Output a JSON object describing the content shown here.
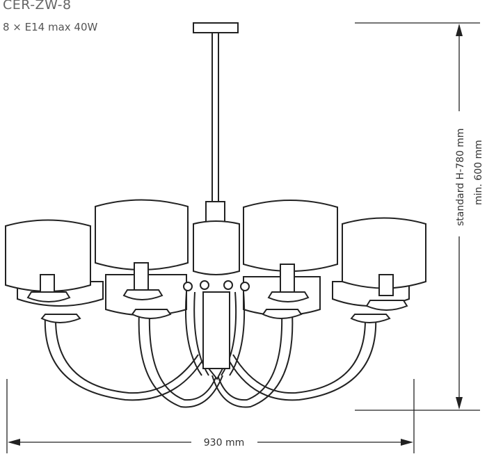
{
  "model": "CER-ZW-8",
  "spec": "8 × E14 max 40W",
  "dimensions": {
    "width": "930 mm",
    "height_standard": "standard H-780 mm",
    "height_min": "min. 600 mm"
  }
}
